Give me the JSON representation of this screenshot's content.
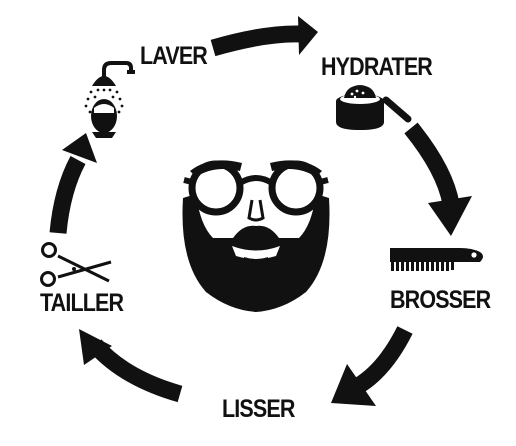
{
  "steps": {
    "laver": "LAVER",
    "hydrater": "HYDRATER",
    "brosser": "BROSSER",
    "lisser": "LISSER",
    "tailler": "TAILLER"
  },
  "colors": {
    "ink": "#111111",
    "background": "#ffffff"
  },
  "icons": {
    "laver": "shower-head-icon",
    "hydrater": "balm-jar-icon",
    "brosser": "comb-icon",
    "tailler": "scissors-icon",
    "center": "bearded-face-glasses-icon"
  }
}
